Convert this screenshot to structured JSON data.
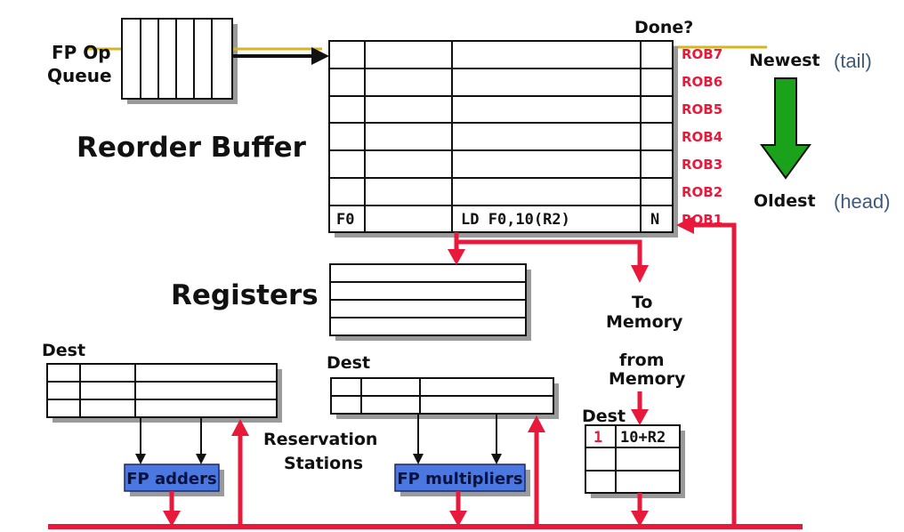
{
  "fp_op_queue": {
    "label_line1": "FP Op",
    "label_line2": "Queue"
  },
  "reorder_buffer": {
    "title": "Reorder Buffer",
    "done_header": "Done?",
    "entries": [
      "ROB7",
      "ROB6",
      "ROB5",
      "ROB4",
      "ROB3",
      "ROB2",
      "ROB1"
    ],
    "rob1_entry": {
      "dest": "F0",
      "instruction": "LD F0,10(R2)",
      "done": "N"
    }
  },
  "order": {
    "newest_label": "Newest",
    "tail_label": "(tail)",
    "oldest_label": "Oldest",
    "head_label": "(head)",
    "arrow_color": "#1aa31a"
  },
  "registers": {
    "title": "Registers"
  },
  "to_memory": {
    "line1": "To",
    "line2": "Memory"
  },
  "from_memory": {
    "line1": "from",
    "line2": "Memory"
  },
  "load_buffer": {
    "dest_label": "Dest",
    "entry_tag": "1",
    "entry_value": "10+R2"
  },
  "reservation_stations": {
    "label_line1": "Reservation",
    "label_line2": "Stations",
    "adders_dest_label": "Dest",
    "multipliers_dest_label": "Dest"
  },
  "functional_units": {
    "adders": "FP adders",
    "multipliers": "FP multipliers"
  },
  "colors": {
    "bus": "#e8193b",
    "unit_fill": "#4a78e0",
    "rob_label": "#e8193b"
  }
}
